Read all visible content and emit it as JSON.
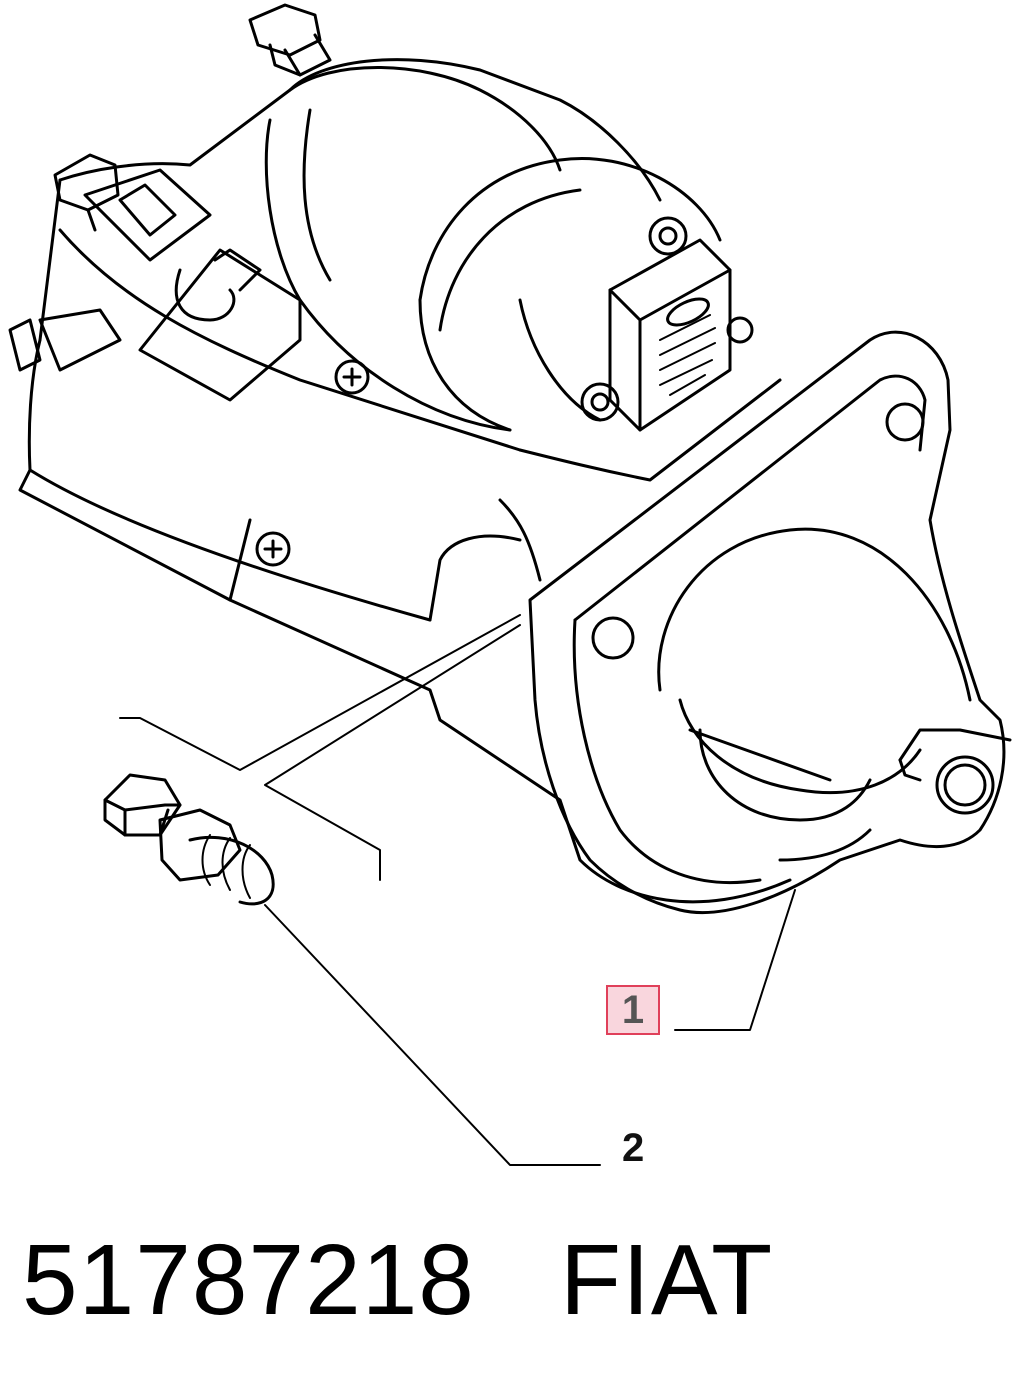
{
  "callouts": {
    "starter_motor": "1",
    "bolt": "2"
  },
  "footer": {
    "part_number": "51787218",
    "brand": "FIAT"
  },
  "colors": {
    "line": "#000000",
    "highlight_fill": "#f9d6dd",
    "highlight_border": "#e0405a"
  }
}
